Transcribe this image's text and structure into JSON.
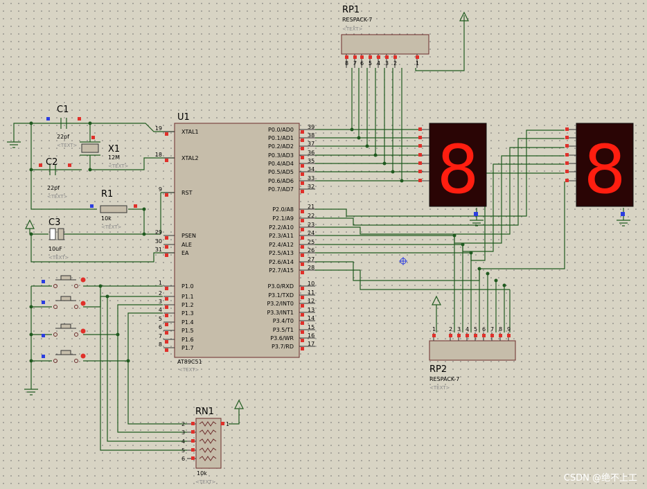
{
  "u1": {
    "ref": "U1",
    "part": "AT89C51",
    "text": "<TEXT>",
    "left_pins": [
      {
        "num": "19",
        "name": "XTAL1"
      },
      {
        "num": "18",
        "name": "XTAL2"
      },
      {
        "num": "9",
        "name": "RST"
      },
      {
        "num": "29",
        "name": "PSEN"
      },
      {
        "num": "30",
        "name": "ALE"
      },
      {
        "num": "31",
        "name": "EA"
      },
      {
        "num": "1",
        "name": "P1.0"
      },
      {
        "num": "2",
        "name": "P1.1"
      },
      {
        "num": "3",
        "name": "P1.2"
      },
      {
        "num": "4",
        "name": "P1.3"
      },
      {
        "num": "5",
        "name": "P1.4"
      },
      {
        "num": "6",
        "name": "P1.5"
      },
      {
        "num": "7",
        "name": "P1.6"
      },
      {
        "num": "8",
        "name": "P1.7"
      }
    ],
    "right_pins": [
      {
        "num": "39",
        "name": "P0.0/AD0"
      },
      {
        "num": "38",
        "name": "P0.1/AD1"
      },
      {
        "num": "37",
        "name": "P0.2/AD2"
      },
      {
        "num": "36",
        "name": "P0.3/AD3"
      },
      {
        "num": "35",
        "name": "P0.4/AD4"
      },
      {
        "num": "34",
        "name": "P0.5/AD5"
      },
      {
        "num": "33",
        "name": "P0.6/AD6"
      },
      {
        "num": "32",
        "name": "P0.7/AD7"
      },
      {
        "num": "21",
        "name": "P2.0/A8"
      },
      {
        "num": "22",
        "name": "P2.1/A9"
      },
      {
        "num": "23",
        "name": "P2.2/A10"
      },
      {
        "num": "24",
        "name": "P2.3/A11"
      },
      {
        "num": "25",
        "name": "P2.4/A12"
      },
      {
        "num": "26",
        "name": "P2.5/A13"
      },
      {
        "num": "27",
        "name": "P2.6/A14"
      },
      {
        "num": "28",
        "name": "P2.7/A15"
      },
      {
        "num": "10",
        "name": "P3.0/RXD"
      },
      {
        "num": "11",
        "name": "P3.1/TXD"
      },
      {
        "num": "12",
        "name": "P3.2/INT0"
      },
      {
        "num": "13",
        "name": "P3.3/INT1"
      },
      {
        "num": "14",
        "name": "P3.4/T0"
      },
      {
        "num": "15",
        "name": "P3.5/T1"
      },
      {
        "num": "16",
        "name": "P3.6/WR"
      },
      {
        "num": "17",
        "name": "P3.7/RD"
      }
    ]
  },
  "c1": {
    "ref": "C1",
    "value": "22pf",
    "text": "<TEXT>"
  },
  "c2": {
    "ref": "C2",
    "value": "22pf",
    "text": "<TEXT>"
  },
  "c3": {
    "ref": "C3",
    "value": "10uF",
    "text": "<TEXT>"
  },
  "x1": {
    "ref": "X1",
    "value": "12M",
    "text": "<TEXT>"
  },
  "r1": {
    "ref": "R1",
    "value": "10k",
    "text": "<TEXT>"
  },
  "rp1": {
    "ref": "RP1",
    "part": "RESPACK-7",
    "text": "<TEXT>",
    "pins": [
      "8",
      "7",
      "6",
      "5",
      "4",
      "3",
      "2",
      "1"
    ]
  },
  "rp2": {
    "ref": "RP2",
    "part": "RESPACK-7",
    "text": "<TEXT>",
    "pins": [
      "1",
      "2",
      "3",
      "4",
      "5",
      "6",
      "7",
      "8",
      "9"
    ]
  },
  "rn1": {
    "ref": "RN1",
    "value": "10k",
    "text": "<TEXT>",
    "pins": [
      "1",
      "2",
      "3",
      "4",
      "5",
      "6"
    ]
  },
  "display": {
    "digit": "8",
    "color": "#ff1e10"
  },
  "watermark": "CSDN @绝不上工"
}
